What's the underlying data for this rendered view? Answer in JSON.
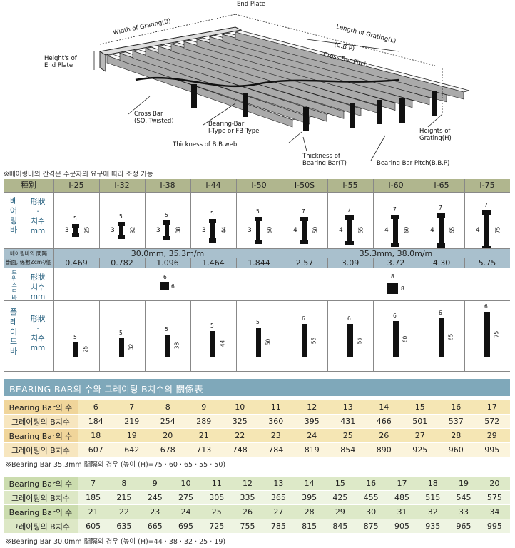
{
  "diagram": {
    "labels": {
      "end_plate": "End Plate",
      "width": "Width of Grating(B)",
      "length": "Length of Grating(L)",
      "cbp": "(C.B.P)",
      "cross_bar_pitch": "Cross Bar Pitch",
      "height_end_plate": "Height's of\nEnd Plate",
      "cross_bar": "Cross Bar\n(SQ. Twisted)",
      "bearing_bar_type": "Bearing-Bar\nI-Type or FB Type",
      "thickness_web": "Thickness of B.B.web",
      "thickness_bb": "Thickness of\nBearing Bar(T)",
      "heights_grating": "Heights of\nGrating(H)",
      "bb_pitch": "Bearing Bar Pitch(B.B.P)"
    }
  },
  "note_top": "※베어링바의 간격은 주문자의 요구에 따라 조정 가능",
  "spec": {
    "header_label": "種別",
    "types": [
      "I-25",
      "I-32",
      "I-38",
      "I-44",
      "I-50",
      "I-50S",
      "I-55",
      "I-60",
      "I-65",
      "I-75"
    ],
    "row_bearing": {
      "main": "베\n어\n링\n바",
      "sub": "形狀\n·\n치수\nmm"
    },
    "ibar": [
      {
        "w": "5",
        "t": "3",
        "h": "25"
      },
      {
        "w": "5",
        "t": "3",
        "h": "32"
      },
      {
        "w": "5",
        "t": "3",
        "h": "38"
      },
      {
        "w": "5",
        "t": "3",
        "h": "44"
      },
      {
        "w": "5",
        "t": "3",
        "h": "50"
      },
      {
        "w": "7",
        "t": "4",
        "h": "50"
      },
      {
        "w": "7",
        "t": "4",
        "h": "55"
      },
      {
        "w": "7",
        "t": "4",
        "h": "60"
      },
      {
        "w": "7",
        "t": "4",
        "h": "65"
      },
      {
        "w": "7",
        "t": "4",
        "h": "75"
      }
    ],
    "pitch_label": "베어링바의 間隔",
    "section_label": "斷面, 係數Zcm³/個",
    "pitch_left": "30.0mm, 35.3m/m",
    "pitch_right": "35.3mm, 38.0m/m",
    "section_values": [
      "0.469",
      "0.782",
      "1.096",
      "1.464",
      "1.844",
      "2.57",
      "3.09",
      "3.72",
      "4.30",
      "5.75"
    ],
    "row_twisted": {
      "main": "트\n위\n스\n트\n바",
      "sub": "形狀\n치수\nmm"
    },
    "twisted_left": {
      "w": "6",
      "h": "6"
    },
    "twisted_right": {
      "w": "8",
      "h": "8"
    },
    "row_flat": {
      "main": "플\n레\n이\n트\n바",
      "sub": "形狀\n·\n치수\nmm"
    },
    "fbar": [
      {
        "w": "5",
        "h": "25"
      },
      {
        "w": "5",
        "h": "32"
      },
      {
        "w": "5",
        "h": "38"
      },
      {
        "w": "5",
        "h": "44"
      },
      {
        "w": "5",
        "h": "50"
      },
      {
        "w": "6",
        "h": "55"
      },
      {
        "w": "6",
        "h": "55"
      },
      {
        "w": "6",
        "h": "60"
      },
      {
        "w": "6",
        "h": "65"
      },
      {
        "w": "6",
        "h": "75"
      }
    ]
  },
  "title_band": "BEARING-BAR의 수와 그레이팅 B치수의 關係表",
  "table1": {
    "label_count": "Bearing Bar의 수",
    "label_b": "그레이팅의 B치수",
    "rows": [
      {
        "counts": [
          "6",
          "7",
          "8",
          "9",
          "10",
          "11",
          "12",
          "13",
          "14",
          "15",
          "16",
          "17"
        ],
        "b": [
          "184",
          "219",
          "254",
          "289",
          "325",
          "360",
          "395",
          "431",
          "466",
          "501",
          "537",
          "572"
        ]
      },
      {
        "counts": [
          "18",
          "19",
          "20",
          "21",
          "22",
          "23",
          "24",
          "25",
          "26",
          "27",
          "28",
          "29"
        ],
        "b": [
          "607",
          "642",
          "678",
          "713",
          "748",
          "784",
          "819",
          "854",
          "890",
          "925",
          "960",
          "995"
        ]
      }
    ],
    "note": "※Bearing Bar 35.3mm 間隔의 경우 (높이 (H)=75 · 60 · 65 · 55 · 50)"
  },
  "table2": {
    "label_count": "Bearing Bar의 수",
    "label_b": "그레이팅의 B치수",
    "rows": [
      {
        "counts": [
          "7",
          "8",
          "9",
          "10",
          "11",
          "12",
          "13",
          "14",
          "15",
          "16",
          "17",
          "18",
          "19",
          "20"
        ],
        "b": [
          "185",
          "215",
          "245",
          "275",
          "305",
          "335",
          "365",
          "395",
          "425",
          "455",
          "485",
          "515",
          "545",
          "575"
        ]
      },
      {
        "counts": [
          "21",
          "22",
          "23",
          "24",
          "25",
          "26",
          "27",
          "28",
          "29",
          "30",
          "31",
          "32",
          "33",
          "34"
        ],
        "b": [
          "605",
          "635",
          "665",
          "695",
          "725",
          "755",
          "785",
          "815",
          "845",
          "875",
          "905",
          "935",
          "965",
          "995"
        ]
      }
    ],
    "note": "※Bearing Bar 30.0mm 間隔의 경우 (높이 (H)=44 · 38 · 32 · 25 · 19)"
  }
}
